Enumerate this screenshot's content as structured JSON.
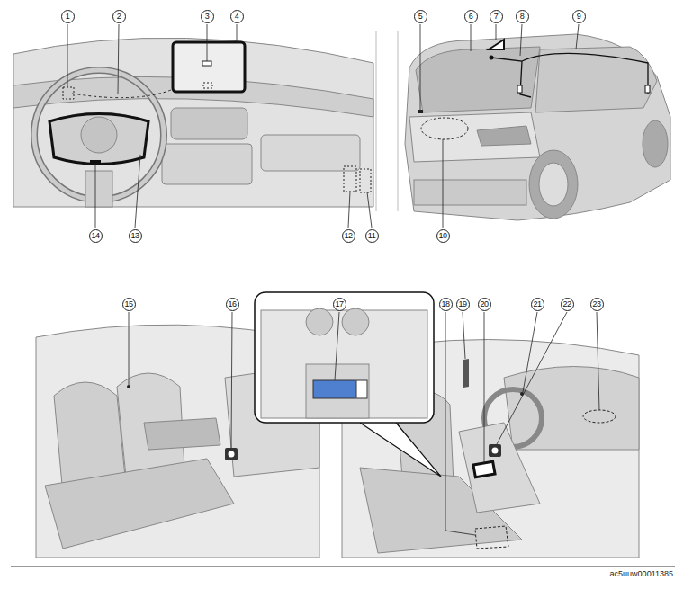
{
  "diagram": {
    "labels": [
      "1",
      "2",
      "3",
      "4",
      "5",
      "6",
      "7",
      "8",
      "9",
      "10",
      "11",
      "12",
      "13",
      "14",
      "15",
      "16",
      "17",
      "18",
      "19",
      "20",
      "21",
      "22",
      "23",
      "ac5uuw00011385"
    ]
  }
}
